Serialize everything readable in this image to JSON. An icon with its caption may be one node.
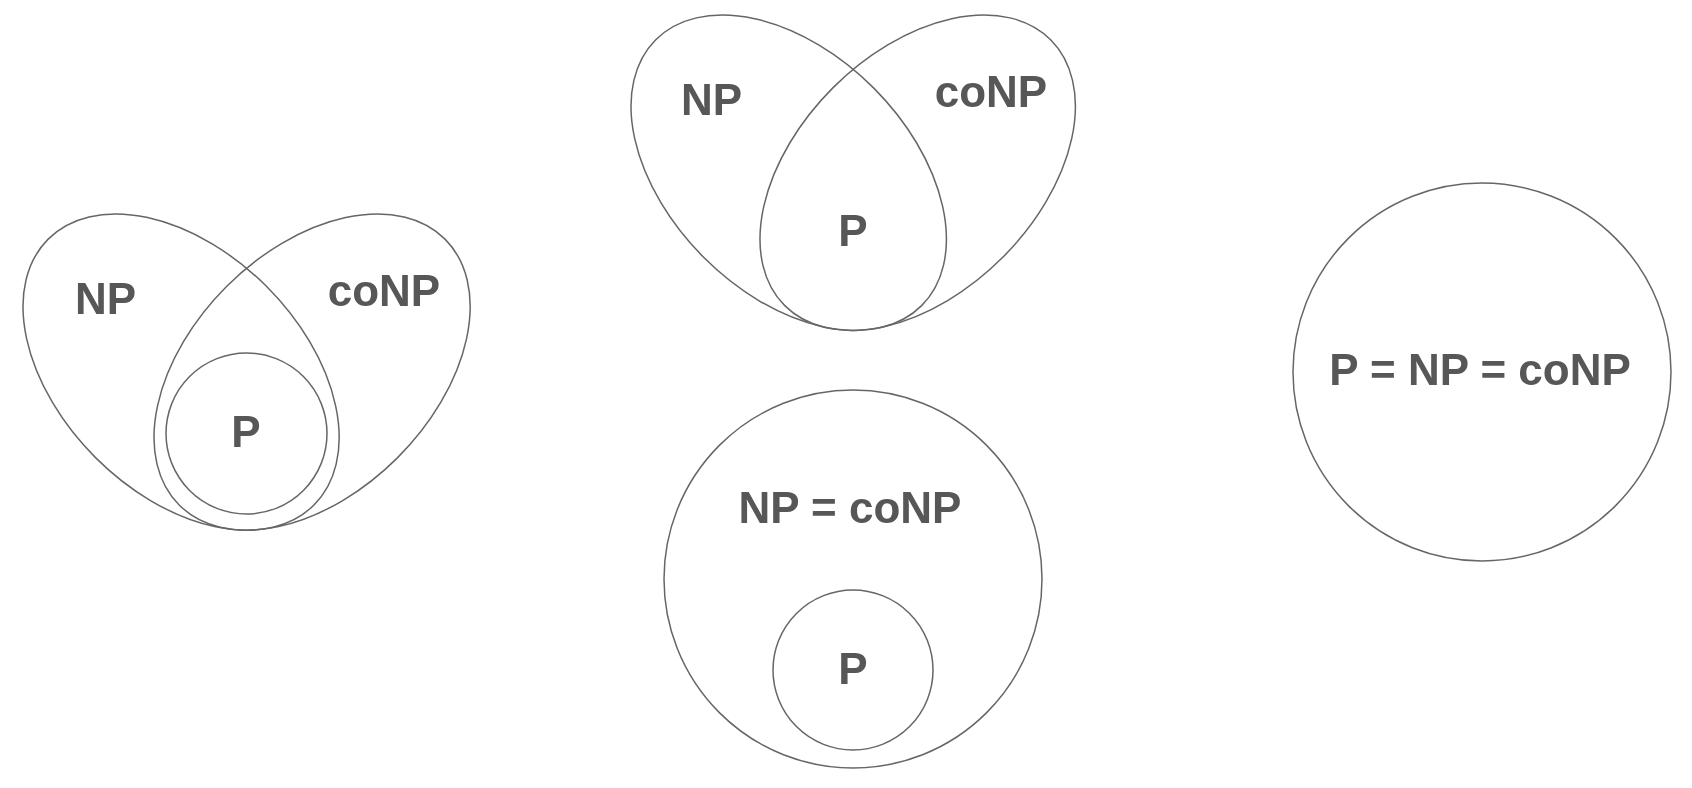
{
  "diagram": {
    "nodes": [
      {
        "text": [
          "NP"
        ]
      },
      {
        "text": [
          "coNP"
        ]
      },
      {
        "text": [
          "P"
        ]
      },
      {
        "text": [
          "NP"
        ]
      },
      {
        "text": [
          "coNP"
        ]
      },
      {
        "text": [
          "NP = coNP"
        ]
      },
      {
        "text": [
          "P"
        ],
        "in": 5
      },
      {
        "text": [
          "P = NP = coNP"
        ]
      }
    ],
    "labels": [
      "P"
    ]
  }
}
